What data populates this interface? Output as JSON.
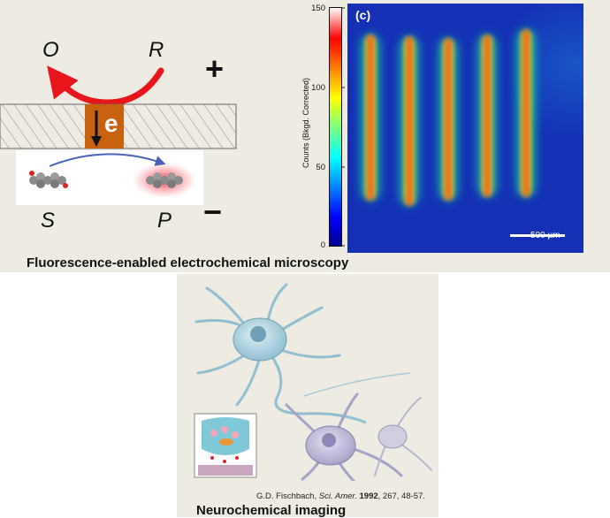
{
  "scheme": {
    "oxidized_label": "O",
    "reduced_label": "R",
    "electrode_label": "e",
    "substrate_label": "S",
    "product_label": "P",
    "plus_sign": "+",
    "minus_sign": "−",
    "colors": {
      "arrow_red": "#e8151a",
      "electrode_orange": "#c9620f",
      "product_glow": "#ff3340",
      "curve_blue": "#4a63b8"
    }
  },
  "fluorescence_map": {
    "panel_label": "(c)",
    "colorbar_title": "Counts (Bkgd. Corrected)",
    "colorbar_ticks": [
      "150",
      "100",
      "50",
      "0"
    ],
    "colorbar_range": [
      0,
      150
    ],
    "scale_bar_label": "500 µm",
    "stripe_count": 5
  },
  "captions": {
    "top": "Fluorescence-enabled electrochemical microscopy",
    "bottom": "Neurochemical imaging"
  },
  "credit": {
    "authors": "G.D. Fischbach,",
    "journal": "Sci. Amer.",
    "year": "1992",
    "volume": ", 267",
    "pages": ", 48-57."
  }
}
